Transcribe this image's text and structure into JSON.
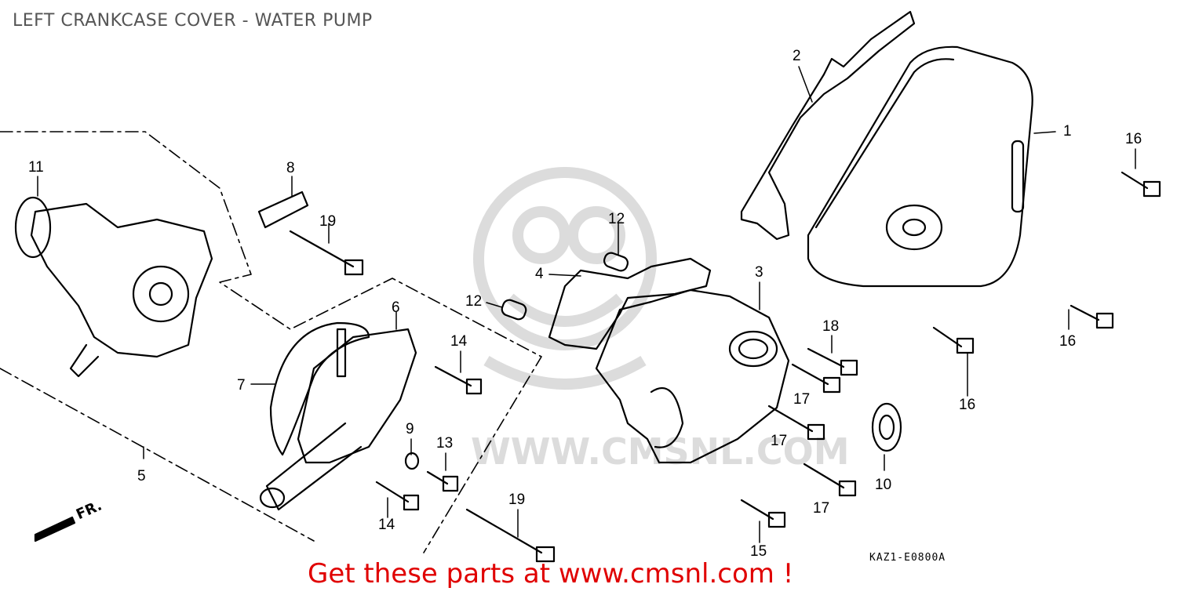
{
  "title": "LEFT CRANKCASE COVER - WATER PUMP",
  "footer_text": "Get these parts at www.cmsnl.com !",
  "diagram_code": "KAZ1-E0800A",
  "direction_label": "FR.",
  "watermark_text": "WWW.CMSNL.COM",
  "colors": {
    "footer": "#e00000",
    "title": "#555555",
    "line": "#000000",
    "watermark": "#dddddd"
  },
  "callouts": [
    {
      "id": "c1",
      "label": "1"
    },
    {
      "id": "c2",
      "label": "2"
    },
    {
      "id": "c3",
      "label": "3"
    },
    {
      "id": "c4",
      "label": "4"
    },
    {
      "id": "c5",
      "label": "5"
    },
    {
      "id": "c6",
      "label": "6"
    },
    {
      "id": "c7",
      "label": "7"
    },
    {
      "id": "c8",
      "label": "8"
    },
    {
      "id": "c9",
      "label": "9"
    },
    {
      "id": "c10",
      "label": "10"
    },
    {
      "id": "c11",
      "label": "11"
    },
    {
      "id": "c12a",
      "label": "12"
    },
    {
      "id": "c12b",
      "label": "12"
    },
    {
      "id": "c13",
      "label": "13"
    },
    {
      "id": "c14a",
      "label": "14"
    },
    {
      "id": "c14b",
      "label": "14"
    },
    {
      "id": "c15",
      "label": "15"
    },
    {
      "id": "c16a",
      "label": "16"
    },
    {
      "id": "c16b",
      "label": "16"
    },
    {
      "id": "c16c",
      "label": "16"
    },
    {
      "id": "c17a",
      "label": "17"
    },
    {
      "id": "c17b",
      "label": "17"
    },
    {
      "id": "c17c",
      "label": "17"
    },
    {
      "id": "c18",
      "label": "18"
    },
    {
      "id": "c19a",
      "label": "19"
    },
    {
      "id": "c19b",
      "label": "19"
    }
  ]
}
